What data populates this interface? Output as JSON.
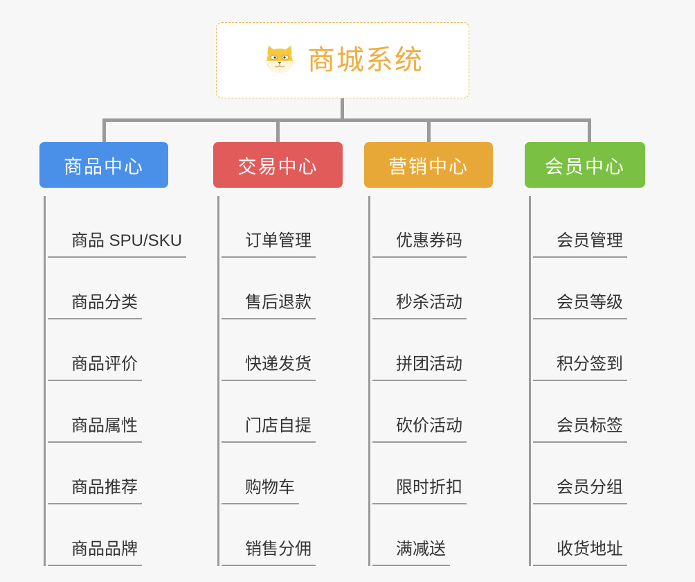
{
  "root": {
    "title": "商城系统",
    "icon": "shiba-dog-face-icon",
    "accent_color": "#f0ad3e",
    "border_color": "#e8b84b",
    "background": "#ffffff"
  },
  "canvas": {
    "background_color": "#f7f7f7",
    "connector_color": "#9a9a9a"
  },
  "branches": [
    {
      "id": "product-center",
      "label": "商品中心",
      "color": "#4a90e8",
      "items": [
        {
          "label": "商品 SPU/SKU"
        },
        {
          "label": "商品分类"
        },
        {
          "label": "商品评价"
        },
        {
          "label": "商品属性"
        },
        {
          "label": "商品推荐"
        },
        {
          "label": "商品品牌"
        }
      ]
    },
    {
      "id": "trade-center",
      "label": "交易中心",
      "color": "#e15b5b",
      "items": [
        {
          "label": "订单管理"
        },
        {
          "label": "售后退款"
        },
        {
          "label": "快递发货"
        },
        {
          "label": "门店自提"
        },
        {
          "label": "购物车"
        },
        {
          "label": "销售分佣"
        }
      ]
    },
    {
      "id": "marketing-center",
      "label": "营销中心",
      "color": "#e8a838",
      "items": [
        {
          "label": "优惠券码"
        },
        {
          "label": "秒杀活动"
        },
        {
          "label": "拼团活动"
        },
        {
          "label": "砍价活动"
        },
        {
          "label": "限时折扣"
        },
        {
          "label": "满减送"
        }
      ]
    },
    {
      "id": "member-center",
      "label": "会员中心",
      "color": "#7ac143",
      "items": [
        {
          "label": "会员管理"
        },
        {
          "label": "会员等级"
        },
        {
          "label": "积分签到"
        },
        {
          "label": "会员标签"
        },
        {
          "label": "会员分组"
        },
        {
          "label": "收货地址"
        }
      ]
    }
  ]
}
